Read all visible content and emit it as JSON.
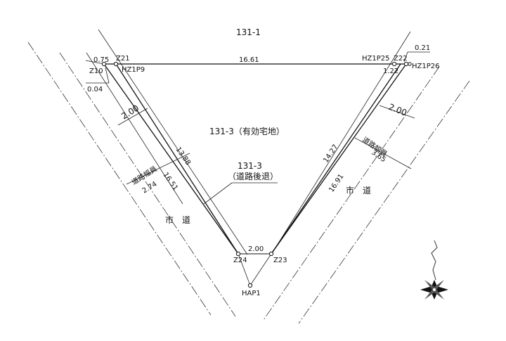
{
  "parcels": {
    "north": "131-1",
    "main": "131-3（有効宅地）",
    "setback_number": "131-3",
    "setback_desc": "（道路後退）"
  },
  "points": {
    "z21": "Z21",
    "z10": "Z10",
    "hz1p9": "HZ1P9",
    "hz1p25": "HZ1P25",
    "z22": "Z22",
    "hz1p26": "HZ1P26",
    "z24": "Z24",
    "z23": "Z23",
    "hap1": "HAP1"
  },
  "dimensions": {
    "top_edge": "16.61",
    "offset_left_a": "0.75",
    "offset_left_b": "0.04",
    "offset_right_a": "0.21",
    "offset_right_b": "1.22",
    "left_inner": "13.88",
    "left_outer": "16.51",
    "right_inner": "14.27",
    "right_outer": "16.91",
    "bottom_short": "2.00",
    "setback_left": "2.00",
    "setback_right": "2.00",
    "road_width_left": "2.74",
    "road_width_right": "3.65"
  },
  "roads": {
    "label_left": "道路幅員",
    "label_right": "道路幅員",
    "name_left": "市　道",
    "name_right": "市　道"
  },
  "compass": {
    "symbol": "north-arrow-icon"
  }
}
